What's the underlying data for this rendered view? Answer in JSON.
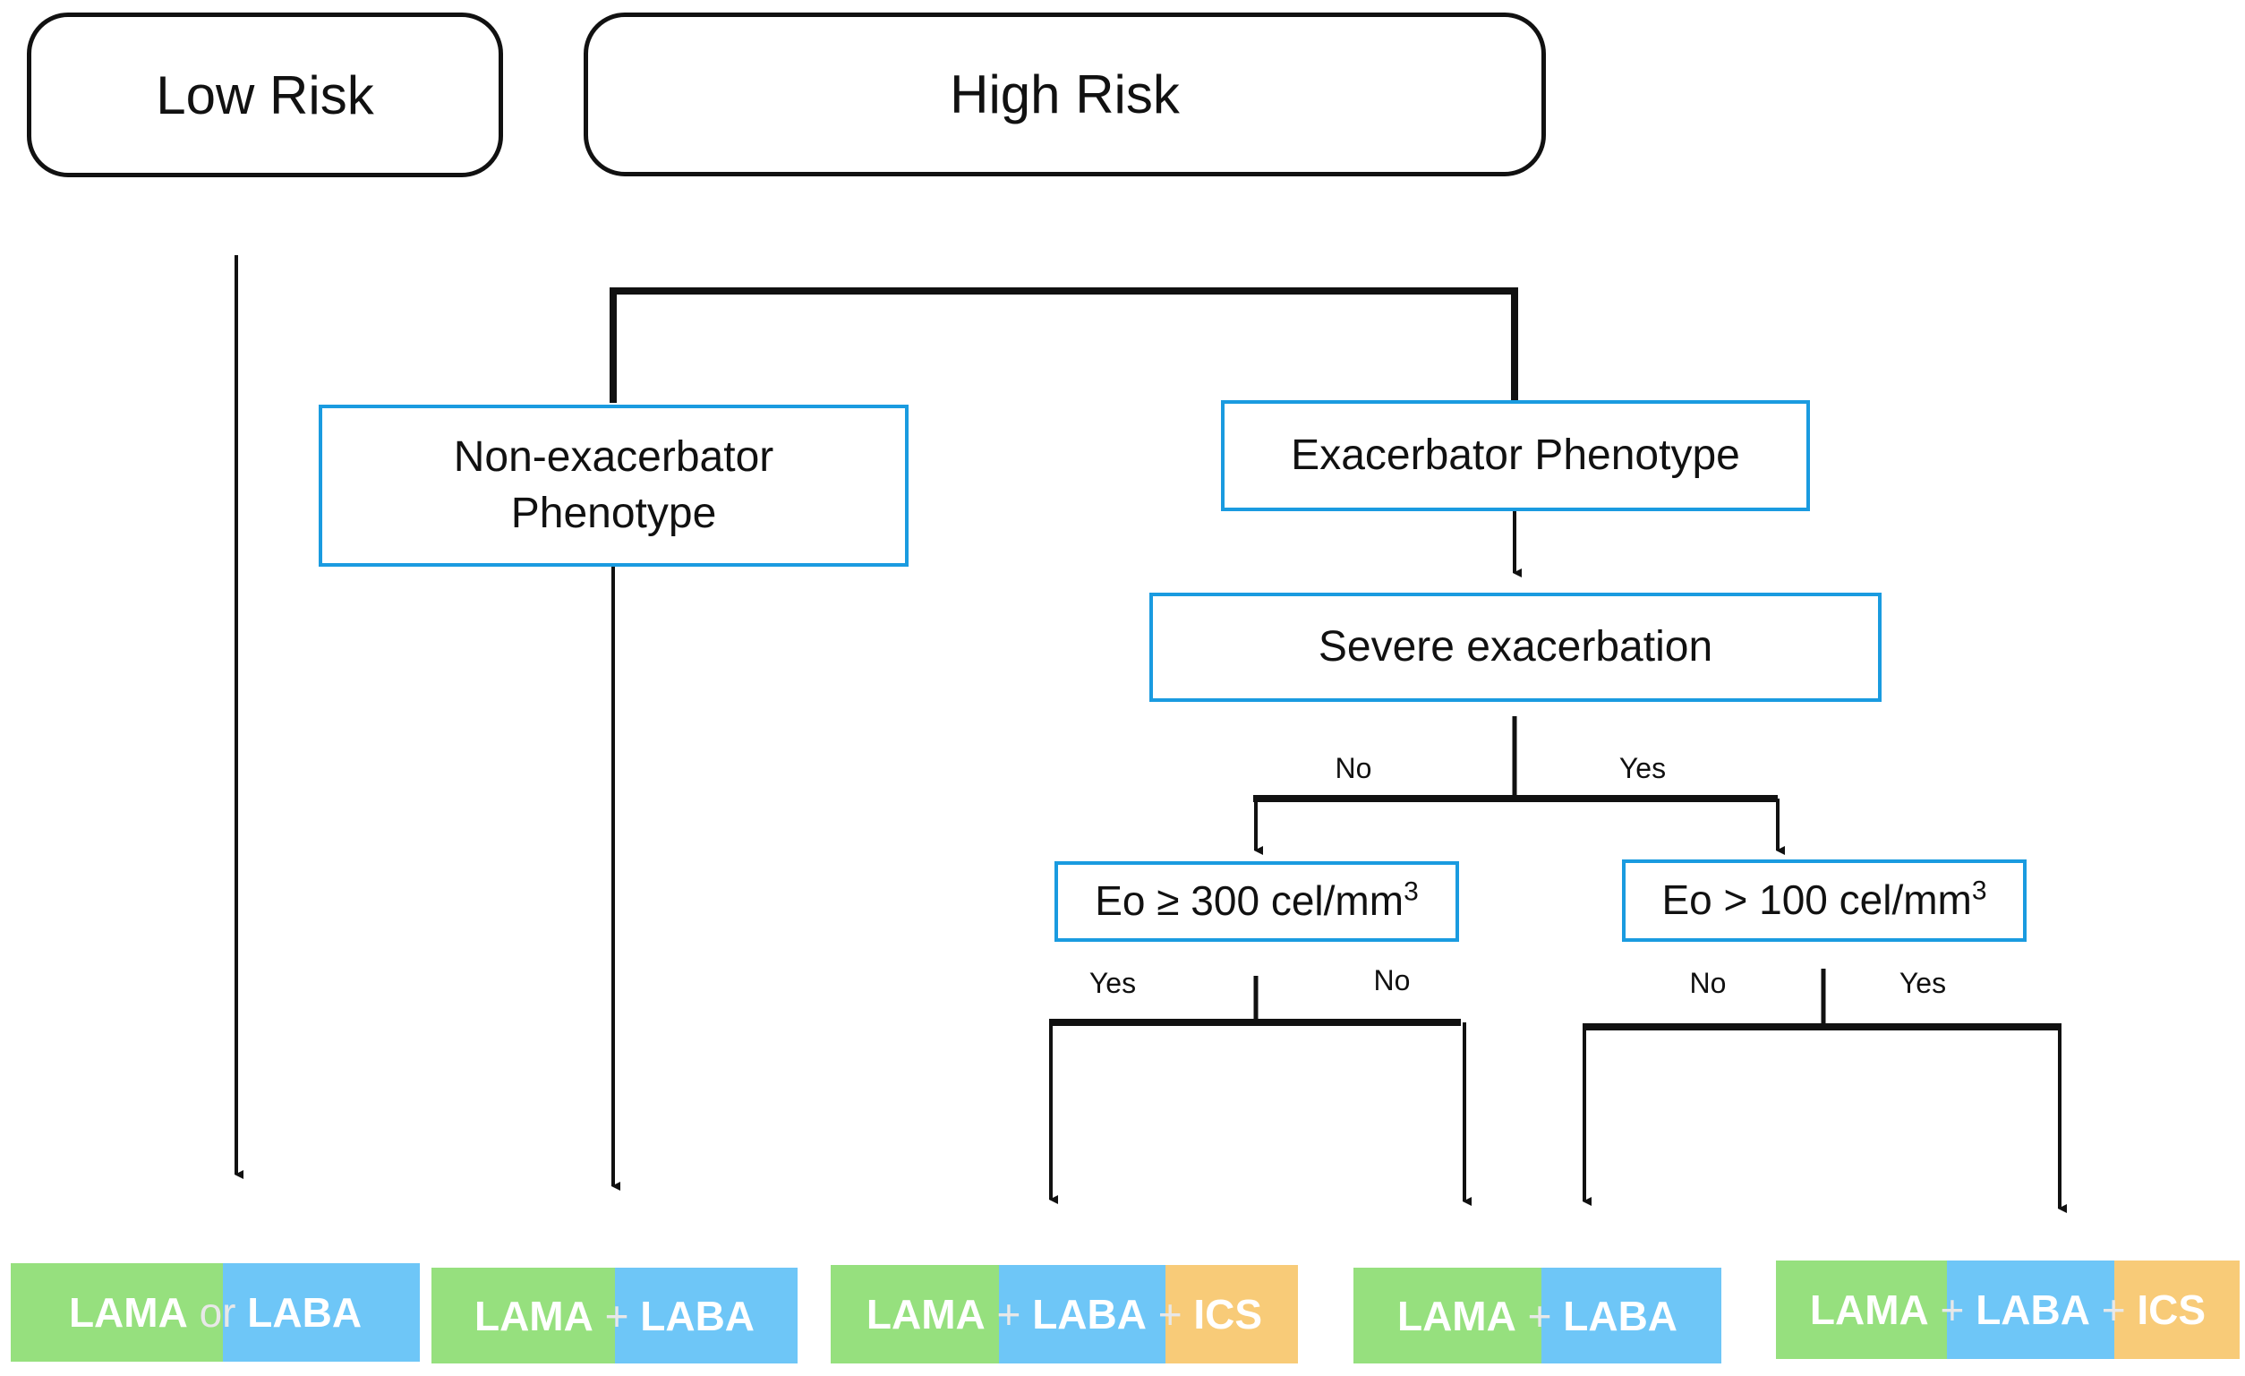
{
  "risk": {
    "low": "Low Risk",
    "high": "High Risk"
  },
  "phenotypes": {
    "non_exacerbator_line1": "Non-exacerbator",
    "non_exacerbator_line2": "Phenotype",
    "exacerbator": "Exacerbator Phenotype"
  },
  "severe": "Severe exacerbation",
  "severe_branches": {
    "no": "No",
    "yes": "Yes"
  },
  "eo300": {
    "label": "Eo ≥ 300 cel/mm",
    "sup": "3",
    "yes": "Yes",
    "no": "No"
  },
  "eo100": {
    "label": "Eo > 100 cel/mm",
    "sup": "3",
    "no": "No",
    "yes": "Yes"
  },
  "treatments": {
    "t1": {
      "a": "LAMA",
      "conj": "or",
      "b": "LABA"
    },
    "t2": {
      "a": "LAMA",
      "plus1": "+",
      "b": "LABA"
    },
    "t3": {
      "a": "LAMA",
      "plus1": "+",
      "b": "LABA",
      "plus2": "+",
      "c": "ICS"
    },
    "t4": {
      "a": "LAMA",
      "plus1": "+",
      "b": "LABA"
    },
    "t5": {
      "a": "LAMA",
      "plus1": "+",
      "b": "LABA",
      "plus2": "+",
      "c": "ICS"
    }
  },
  "colors": {
    "lama": "#96e07e",
    "laba": "#6ec6f7",
    "ics": "#f8cb78",
    "node_border": "#1a9be0"
  }
}
